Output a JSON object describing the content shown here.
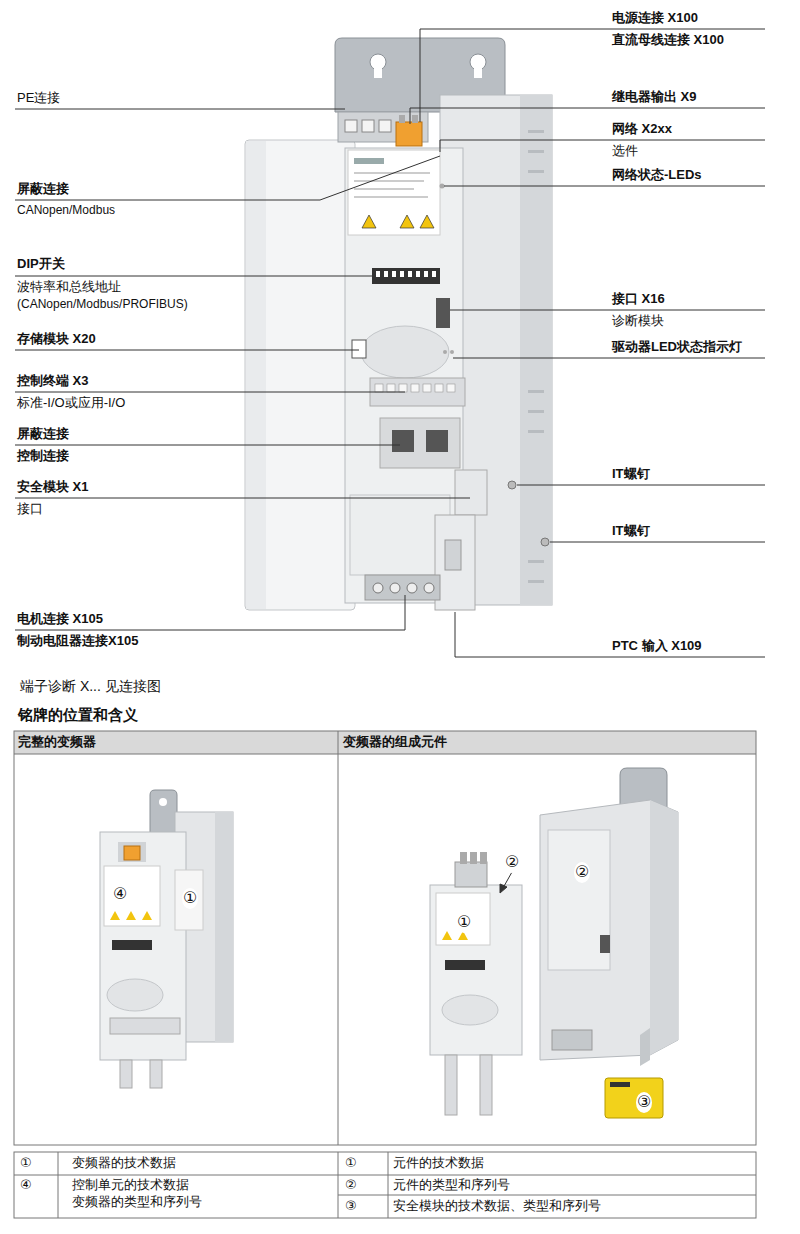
{
  "diagram": {
    "title": "铭牌的位置和含义",
    "labels": [
      "PE连接",
      "屏蔽连接",
      "CANopen/Modbus",
      "DIP开关",
      "波特率和总线地址",
      "(CANopen/Modbus/PROFIBUS)",
      "存储模块 X20",
      "控制终端 X3",
      "标准-I/O或应用-I/O",
      "屏蔽连接",
      "控制连接",
      "安全模块 X1",
      "接口",
      "电机连接 X105",
      "制动电阻器连接X105",
      "电源连接 X100",
      "直流母线连接 X100",
      "继电器输出 X9",
      "网络 X2xx",
      "选件",
      "网络状态-LEDs",
      "接口 X16",
      "诊断模块",
      "驱动器LED状态指示灯",
      "IT螺钉",
      "IT螺钉",
      "PTC 输入 X109",
      "端子诊断 X... 见连接图",
      "完整的变频器",
      "变频器的组成元件",
      "④",
      "①",
      "②",
      "①",
      "②",
      "③",
      "①",
      "变频器的技术数据",
      "①",
      "元件的技术数据",
      "④",
      "控制单元的技术数据 变频器的类型和序列号",
      "②",
      "元件的类型和序列号",
      "③",
      "安全模块的技术数据、类型和序列号"
    ]
  }
}
